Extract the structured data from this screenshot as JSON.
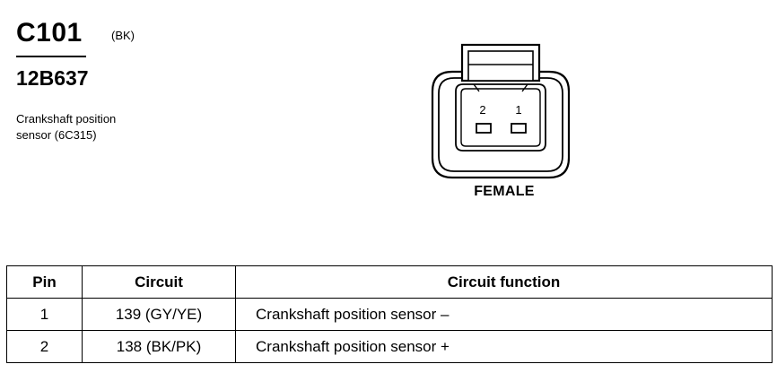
{
  "connector": {
    "id": "C101",
    "color_code": "(BK)",
    "part_number": "12B637",
    "description_lines": [
      "Crankshaft position",
      "sensor (6C315)"
    ],
    "gender": "FEMALE",
    "pin_labels": [
      "2",
      "1"
    ]
  },
  "table": {
    "headers": [
      "Pin",
      "Circuit",
      "Circuit function"
    ],
    "rows": [
      {
        "pin": "1",
        "circuit": "139 (GY/YE)",
        "function": "Crankshaft position sensor  –"
      },
      {
        "pin": "2",
        "circuit": "138 (BK/PK)",
        "function": "Crankshaft position sensor  +"
      }
    ]
  }
}
